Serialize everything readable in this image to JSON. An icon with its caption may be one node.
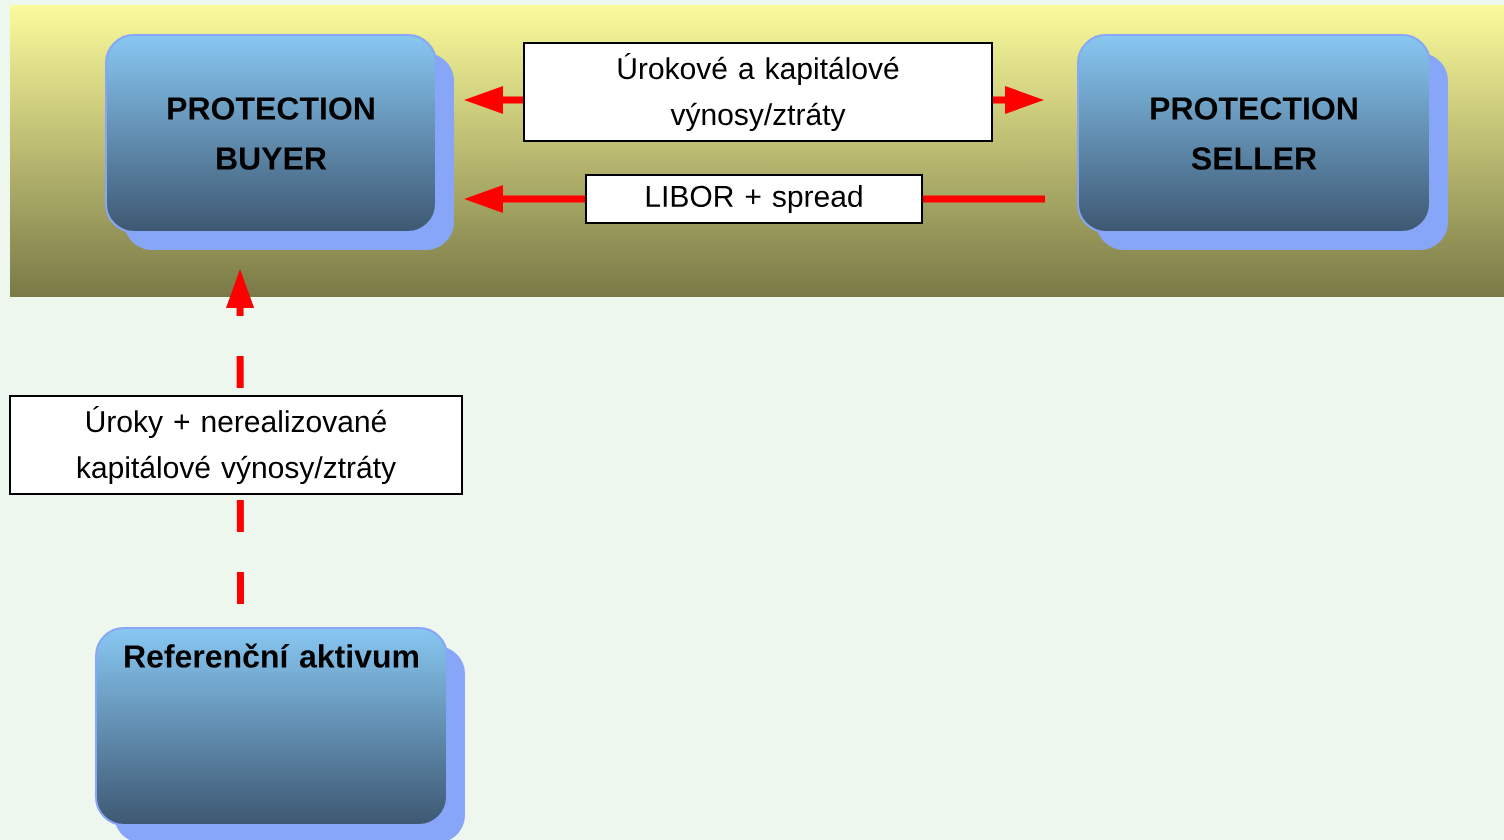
{
  "diagram": {
    "nodes": [
      {
        "text": [
          "PROTECTION BUYER"
        ]
      },
      {
        "text": [
          "PROTECTION SELLER"
        ]
      },
      {
        "text": [
          "Referenční aktivum"
        ]
      }
    ],
    "edges": [
      {
        "from": 0,
        "to": 1,
        "arrow": "both",
        "label": "Úrokové a kapitálové výnosy/ztráty"
      },
      {
        "from": 1,
        "to": 0,
        "arrow": "to",
        "label": "LIBOR + spread"
      },
      {
        "from": 2,
        "to": 0,
        "arrow": "to",
        "style": "dashed",
        "label": "Úroky + nerealizované kapitálové výnosy/ztráty"
      }
    ]
  }
}
